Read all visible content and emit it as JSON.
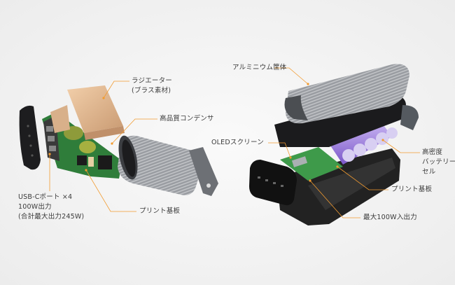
{
  "charger": {
    "labels": {
      "radiator": "ラジエーター",
      "radiator_material": "(ブラス素材)",
      "capacitor": "高品質コンデンサ",
      "usb_ports": "USB-Cポート ×4",
      "output": "100W出力",
      "total_output": "(合計最大出力245W)",
      "pcb": "プリント基板"
    }
  },
  "power_bank": {
    "labels": {
      "housing": "アルミニウム筐体",
      "oled": "OLEDスクリーン",
      "battery_1": "高密度",
      "battery_2": "バッテリー",
      "battery_3": "セル",
      "pcb": "プリント基板",
      "io": "最大100W入出力"
    }
  },
  "colors": {
    "leader": "#f29b30",
    "text": "#3a3a3a"
  }
}
